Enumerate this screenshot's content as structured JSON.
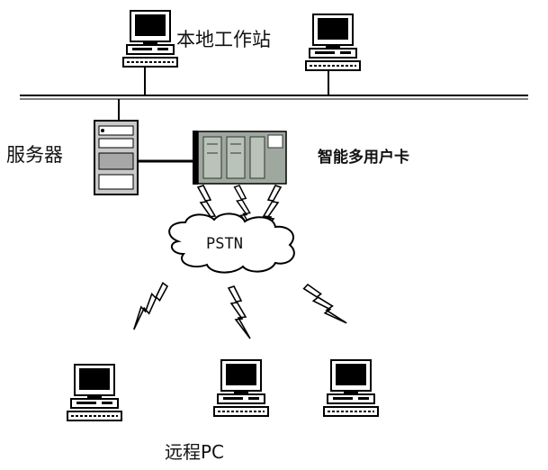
{
  "labels": {
    "local_workstation": "本地工作站",
    "server": "服务器",
    "smart_multiuser_card": "智能多用户卡",
    "pstn": "PSTN",
    "remote_pc": "远程PC"
  },
  "nodes": {
    "workstations": [
      {
        "name": "local-workstation-1"
      },
      {
        "name": "local-workstation-2"
      }
    ],
    "remote_pcs": [
      {
        "name": "remote-pc-1"
      },
      {
        "name": "remote-pc-2"
      },
      {
        "name": "remote-pc-3"
      }
    ]
  },
  "colors": {
    "line": "#000000",
    "server_fill": "#c9c9c9",
    "card_fill": "#9ea89e",
    "monitor_screen": "#000000",
    "background": "#ffffff"
  }
}
